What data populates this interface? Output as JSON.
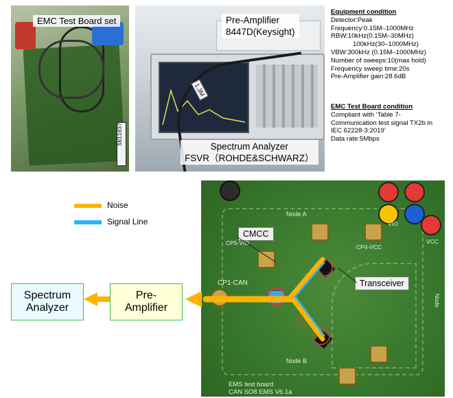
{
  "photos": {
    "board_label": "EMC Test Board set",
    "board_sticker": "SN11037",
    "preamp_label_line1": "Pre-Amplifier",
    "preamp_label_line2": "8447D(Keysight)",
    "analyzer_label_line1": "Spectrum Analyzer",
    "analyzer_label_line2": "FSVR（ROHDE&SCHWARZ）",
    "cable_tag": "1.3M"
  },
  "equipment": {
    "heading": "Equipment condition",
    "lines": [
      "Detector:Peak",
      "Frequency:0.15M–1000MHz",
      "RBW:10kHz(0.15M–30MHz)",
      "100kHz(30–1000MHz)",
      "VBW:300kHz (0.15M–1000MHz)",
      "Number of sweeps:10(max hold)",
      "Frequency sweep time:20s",
      "Pre-Amplifier gain:28.6dB"
    ]
  },
  "board_condition": {
    "heading": "EMC Test Board condition",
    "line1": "Compliant with ‘Table 7-",
    "line2": "Communication test signal TX2b in",
    "line3": "IEC 62228-3:2019’",
    "line4": "Data rate:5Mbps"
  },
  "legend": {
    "noise_label": "Noise",
    "signal_label": "Signal Line",
    "noise_color": "#ffb300",
    "signal_color": "#29b6f6"
  },
  "diagram": {
    "spectrum_line1": "Spectrum",
    "spectrum_line2": "Analyzer",
    "preamp_line1": "Pre-",
    "preamp_line2": "Amplifier",
    "arrow_color": "#ffb300",
    "box_border_color": "#3fbf4f"
  },
  "board": {
    "cmcc": "CMCC",
    "transceiver": "Transceiver",
    "node_a": "Node A",
    "node_b": "Node B",
    "vio": "VIO",
    "vcc": "VCC",
    "cp1_can": "CP1-CAN",
    "cp5_vio": "CP5-VIO",
    "cp4_vcc": "CP4-VCC",
    "node_right": "Node",
    "footer_line1": "EMS test board",
    "footer_line2": "CAN SO8 EMS V6.1a"
  }
}
